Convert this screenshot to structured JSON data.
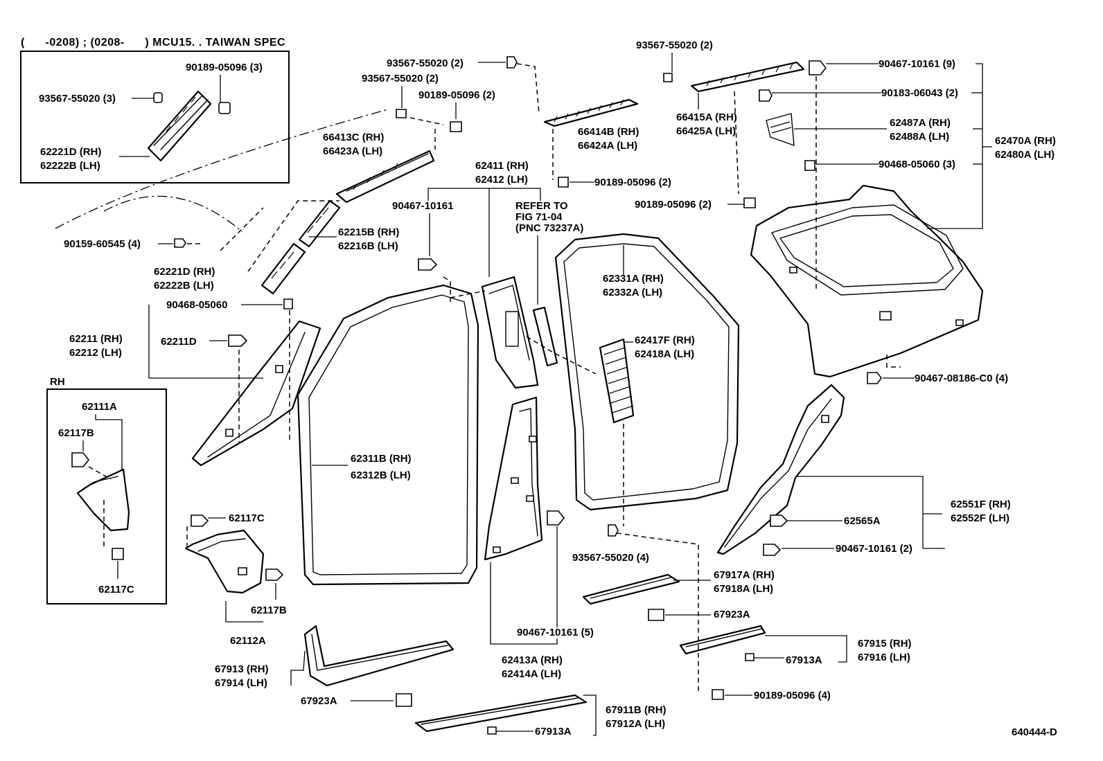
{
  "header": {
    "spec": "(      -0208) ; (0208-      ) MCU15. . TAIWAN SPEC"
  },
  "figure_code": "640444-D",
  "inset_rh_label": "RH",
  "refer_note": [
    "REFER TO",
    "FIG 71-04",
    "(PNC 73237A)"
  ],
  "labels": {
    "l_93567_top": "93567-55020 (2)",
    "l_93567_mid": "93567-55020 (2)",
    "l_90189_mid": "90189-05096 (2)",
    "l_66413c": "66413C (RH)",
    "l_66423a": "66423A (LH)",
    "l_62411": "62411 (RH)",
    "l_62412": "62412 (LH)",
    "l_90467_a": "90467-10161",
    "l_93567_r": "93567-55020 (2)",
    "l_66415a": "66415A (RH)",
    "l_66425a": "66425A (LH)",
    "l_66414b": "66414B (RH)",
    "l_66424a": "66424A (LH)",
    "l_90189_r1": "90189-05096 (2)",
    "l_90189_r2": "90189-05096 (2)",
    "l_90467_9": "90467-10161 (9)",
    "l_90183": "90183-06043 (2)",
    "l_62487a": "62487A (RH)",
    "l_62488a": "62488A (LH)",
    "l_62470a": "62470A (RH)",
    "l_62480a": "62480A (LH)",
    "l_90468_3": "90468-05060 (3)",
    "l_90189_inset": "90189-05096 (3)",
    "l_93567_inset": "93567-55020 (3)",
    "l_62221d_inset": "62221D (RH)",
    "l_62222b_inset": "62222B (LH)",
    "l_90159": "90159-60545 (4)",
    "l_62215b": "62215B (RH)",
    "l_62216b": "62216B (LH)",
    "l_62221d": "62221D (RH)",
    "l_62222b": "62222B (LH)",
    "l_90468": "90468-05060",
    "l_62211": "62211 (RH)",
    "l_62212": "62212 (LH)",
    "l_62211d": "62211D",
    "l_62331a": "62331A (RH)",
    "l_62332a": "62332A (LH)",
    "l_62417f": "62417F (RH)",
    "l_62418a": "62418A (LH)",
    "l_90467_0818": "90467-08186-C0 (4)",
    "l_62111a": "62111A",
    "l_62117b_inset": "62117B",
    "l_62117c_inset": "62117C",
    "l_62311b": "62311B (RH)",
    "l_62312b": "62312B (LH)",
    "l_62551f": "62551F (RH)",
    "l_62552f": "62552F (LH)",
    "l_62565a": "62565A",
    "l_90467_2": "90467-10161 (2)",
    "l_62117c": "62117C",
    "l_62117b": "62117B",
    "l_62112a": "62112A",
    "l_93567_4": "93567-55020 (4)",
    "l_67917a": "67917A (RH)",
    "l_67918a": "67918A (LH)",
    "l_67923a_r": "67923A",
    "l_90467_5": "90467-10161 (5)",
    "l_62413a": "62413A (RH)",
    "l_62414a": "62414A (LH)",
    "l_67915": "67915 (RH)",
    "l_67916": "67916 (LH)",
    "l_67913a_r": "67913A",
    "l_67913": "67913 (RH)",
    "l_67914": "67914 (LH)",
    "l_67923a_l": "67923A",
    "l_90189_4": "90189-05096 (4)",
    "l_67911b": "67911B (RH)",
    "l_67912a": "67912A (LH)",
    "l_67913a_b": "67913A"
  }
}
